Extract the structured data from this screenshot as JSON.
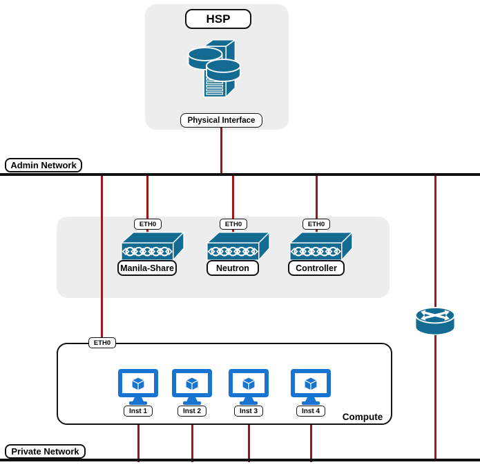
{
  "hsp": {
    "title": "HSP",
    "port_label": "Physical Interface"
  },
  "networks": {
    "admin": "Admin Network",
    "private": "Private Network"
  },
  "switches": [
    {
      "port": "ETH0",
      "name": "Manila-Share"
    },
    {
      "port": "ETH0",
      "name": "Neutron"
    },
    {
      "port": "ETH0",
      "name": "Controller"
    }
  ],
  "compute": {
    "port": "ETH0",
    "label": "Compute",
    "instances": [
      {
        "name": "Inst 1"
      },
      {
        "name": "Inst 2"
      },
      {
        "name": "Inst 3"
      },
      {
        "name": "Inst 4"
      }
    ]
  },
  "icons": {
    "hsp": "server-storage-icon",
    "switch": "network-switch-icon",
    "instance": "vm-monitor-icon",
    "router": "router-icon"
  },
  "colors": {
    "icon_blue": "#146b92",
    "instance_blue": "#1774d1",
    "line_red": "#9e1616",
    "net_black": "#111111",
    "container_gray": "#ededed"
  }
}
